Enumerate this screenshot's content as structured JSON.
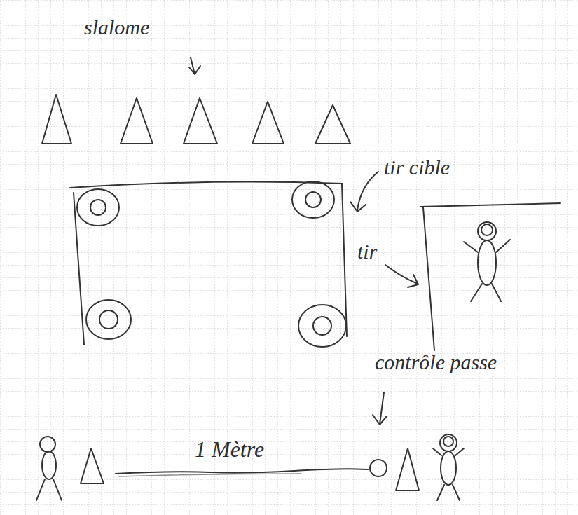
{
  "diagram": {
    "labels": [
      "slalome",
      "tir cible",
      "tir",
      "contrôle passe",
      "1 Mètre"
    ]
  }
}
